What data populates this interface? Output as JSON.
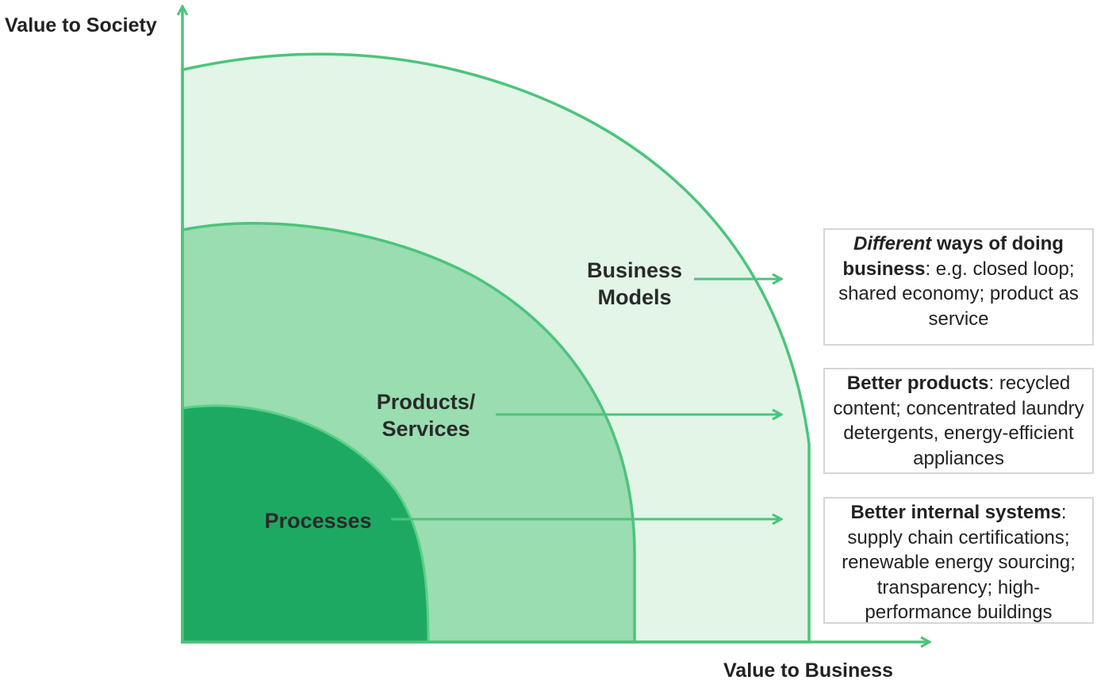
{
  "axes": {
    "y_label": "Value to Society",
    "x_label": "Value to Business"
  },
  "rings": [
    {
      "label_line1": "Business",
      "label_line2": "Models",
      "color": "#e2f5e7"
    },
    {
      "label_line1": "Products/",
      "label_line2": "Services",
      "color": "#99ddb0"
    },
    {
      "label": "Processes",
      "color": "#1ea962"
    }
  ],
  "accent_color": "#4cc47a",
  "boxes": [
    {
      "emph": "Different",
      "bold": " ways of doing business",
      "text": ": e.g. closed loop; shared economy; product as service"
    },
    {
      "bold": "Better products",
      "text": ": recycled content; concentrated laundry detergents, energy-efficient appliances"
    },
    {
      "bold": "Better internal systems",
      "text": ": supply chain certifications; renewable energy sourcing; transparency; high-performance buildings"
    }
  ]
}
